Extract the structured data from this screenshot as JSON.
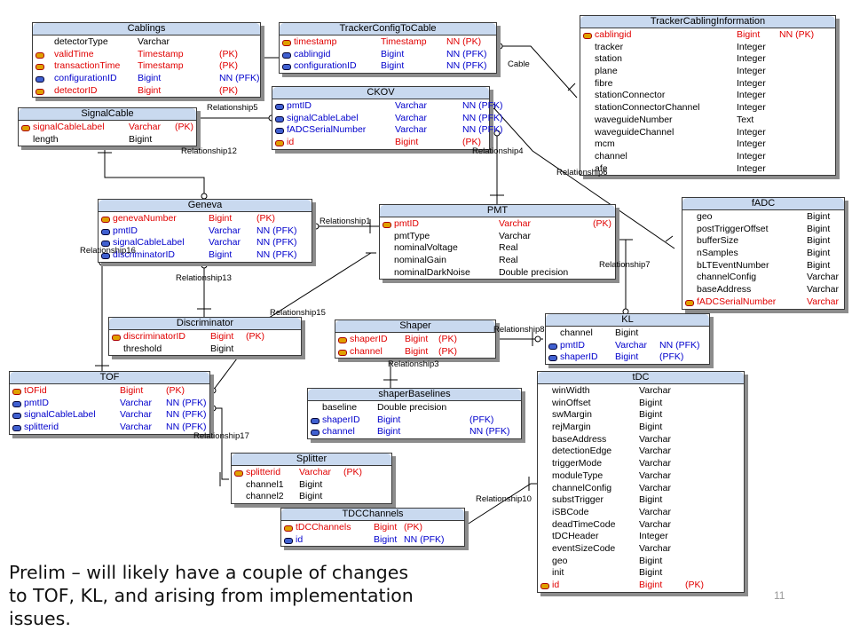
{
  "entities": [
    {
      "name": "Cablings",
      "cols": [
        24,
        118,
        210
      ],
      "rows": [
        {
          "kind": "plain",
          "cells": [
            "detectorType",
            "Varchar",
            ""
          ]
        },
        {
          "kind": "pk",
          "cells": [
            "validTime",
            "Timestamp",
            "(PK)"
          ]
        },
        {
          "kind": "pk",
          "cells": [
            "transactionTime",
            "Timestamp",
            "(PK)"
          ]
        },
        {
          "kind": "fk",
          "cells": [
            "configurationID",
            "Bigint",
            "NN  (PFK)"
          ]
        },
        {
          "kind": "pk",
          "cells": [
            "detectorID",
            "Bigint",
            "(PK)"
          ]
        }
      ]
    },
    {
      "name": "TrackerConfigToCable",
      "cols": [
        16,
        114,
        188
      ],
      "rows": [
        {
          "kind": "pk",
          "cells": [
            "timestamp",
            "Timestamp",
            "NN  (PK)"
          ]
        },
        {
          "kind": "fk",
          "cells": [
            "cablingid",
            "Bigint",
            "NN  (PFK)"
          ]
        },
        {
          "kind": "fk",
          "cells": [
            "configurationID",
            "Bigint",
            "NN  (PFK)"
          ]
        }
      ]
    },
    {
      "name": "TrackerCablingInformation",
      "cols": [
        16,
        176,
        224
      ],
      "rows": [
        {
          "kind": "pk",
          "cells": [
            "cablingid",
            "Bigint",
            "NN  (PK)"
          ]
        },
        {
          "kind": "plain",
          "cells": [
            "tracker",
            "Integer",
            ""
          ]
        },
        {
          "kind": "plain",
          "cells": [
            "station",
            "Integer",
            ""
          ]
        },
        {
          "kind": "plain",
          "cells": [
            "plane",
            "Integer",
            ""
          ]
        },
        {
          "kind": "plain",
          "cells": [
            "fibre",
            "Integer",
            ""
          ]
        },
        {
          "kind": "plain",
          "cells": [
            "stationConnector",
            "Integer",
            ""
          ]
        },
        {
          "kind": "plain",
          "cells": [
            "stationConnectorChannel",
            "Integer",
            ""
          ]
        },
        {
          "kind": "plain",
          "cells": [
            "waveguideNumber",
            "Text",
            ""
          ]
        },
        {
          "kind": "plain",
          "cells": [
            "waveguideChannel",
            "Integer",
            ""
          ]
        },
        {
          "kind": "plain",
          "cells": [
            "mcm",
            "Integer",
            ""
          ]
        },
        {
          "kind": "plain",
          "cells": [
            "channel",
            "Integer",
            ""
          ]
        },
        {
          "kind": "plain",
          "cells": [
            "afe",
            "Integer",
            ""
          ]
        }
      ]
    },
    {
      "name": "SignalCable",
      "cols": [
        16,
        124,
        176
      ],
      "rows": [
        {
          "kind": "pk",
          "cells": [
            "signalCableLabel",
            "Varchar",
            "(PK)"
          ]
        },
        {
          "kind": "plain",
          "cells": [
            "length",
            "Bigint",
            ""
          ]
        }
      ]
    },
    {
      "name": "CKOV",
      "cols": [
        16,
        138,
        214
      ],
      "rows": [
        {
          "kind": "fk",
          "cells": [
            "pmtID",
            "Varchar",
            "NN  (PFK)"
          ]
        },
        {
          "kind": "fk",
          "cells": [
            "signalCableLabel",
            "Varchar",
            "NN  (PFK)"
          ]
        },
        {
          "kind": "fk",
          "cells": [
            "fADCSerialNumber",
            "Varchar",
            "NN  (PFK)"
          ]
        },
        {
          "kind": "pk",
          "cells": [
            "id",
            "Bigint",
            "(PK)"
          ]
        }
      ]
    },
    {
      "name": "fADC",
      "cols": [
        16,
        140,
        180
      ],
      "rows": [
        {
          "kind": "plain",
          "cells": [
            "geo",
            "Bigint",
            ""
          ]
        },
        {
          "kind": "plain",
          "cells": [
            "postTriggerOffset",
            "Bigint",
            ""
          ]
        },
        {
          "kind": "plain",
          "cells": [
            "bufferSize",
            "Bigint",
            ""
          ]
        },
        {
          "kind": "plain",
          "cells": [
            "nSamples",
            "Bigint",
            ""
          ]
        },
        {
          "kind": "plain",
          "cells": [
            "bLTEventNumber",
            "Bigint",
            ""
          ]
        },
        {
          "kind": "plain",
          "cells": [
            "channelConfig",
            "Varchar",
            ""
          ]
        },
        {
          "kind": "plain",
          "cells": [
            "baseAddress",
            "Varchar",
            ""
          ]
        },
        {
          "kind": "pk",
          "cells": [
            "fADCSerialNumber",
            "Varchar",
            ""
          ]
        }
      ]
    },
    {
      "name": "Geneva",
      "cols": [
        16,
        124,
        178
      ],
      "rows": [
        {
          "kind": "pk",
          "cells": [
            "genevaNumber",
            "Bigint",
            "(PK)"
          ]
        },
        {
          "kind": "fk",
          "cells": [
            "pmtID",
            "Varchar",
            "NN  (PFK)"
          ]
        },
        {
          "kind": "fk",
          "cells": [
            "signalCableLabel",
            "Varchar",
            "NN  (PFK)"
          ]
        },
        {
          "kind": "fk",
          "cells": [
            "discriminatorID",
            "Bigint",
            "NN  (PFK)"
          ]
        }
      ]
    },
    {
      "name": "PMT",
      "cols": [
        16,
        134,
        240
      ],
      "rows": [
        {
          "kind": "pk",
          "cells": [
            "pmtID",
            "Varchar",
            "(PK)"
          ]
        },
        {
          "kind": "plain",
          "cells": [
            "pmtType",
            "Varchar",
            ""
          ]
        },
        {
          "kind": "plain",
          "cells": [
            "nominalVoltage",
            "Real",
            ""
          ]
        },
        {
          "kind": "plain",
          "cells": [
            "nominalGain",
            "Real",
            ""
          ]
        },
        {
          "kind": "plain",
          "cells": [
            "nominalDarkNoise",
            "Double precision",
            ""
          ]
        }
      ]
    },
    {
      "name": "Discriminator",
      "cols": [
        16,
        114,
        154
      ],
      "rows": [
        {
          "kind": "pk",
          "cells": [
            "discriminatorID",
            "Bigint",
            "(PK)"
          ]
        },
        {
          "kind": "plain",
          "cells": [
            "threshold",
            "Bigint",
            ""
          ]
        }
      ]
    },
    {
      "name": "Shaper",
      "cols": [
        16,
        78,
        116
      ],
      "rows": [
        {
          "kind": "pk",
          "cells": [
            "shaperID",
            "Bigint",
            "(PK)"
          ]
        },
        {
          "kind": "pk",
          "cells": [
            "channel",
            "Bigint",
            "(PK)"
          ]
        }
      ]
    },
    {
      "name": "KL",
      "cols": [
        16,
        78,
        128
      ],
      "rows": [
        {
          "kind": "plain",
          "cells": [
            "channel",
            "Bigint",
            ""
          ]
        },
        {
          "kind": "fk",
          "cells": [
            "pmtID",
            "Varchar",
            "NN  (PFK)"
          ]
        },
        {
          "kind": "fk",
          "cells": [
            "shaperID",
            "Bigint",
            "(PFK)"
          ]
        }
      ]
    },
    {
      "name": "TOF",
      "cols": [
        16,
        124,
        176
      ],
      "rows": [
        {
          "kind": "pk",
          "cells": [
            "tOFid",
            "Bigint",
            "(PK)"
          ]
        },
        {
          "kind": "fk",
          "cells": [
            "pmtID",
            "Varchar",
            "NN  (PFK)"
          ]
        },
        {
          "kind": "fk",
          "cells": [
            "signalCableLabel",
            "Varchar",
            "NN  (PFK)"
          ]
        },
        {
          "kind": "fk",
          "cells": [
            "splitterid",
            "Varchar",
            "NN  (PFK)"
          ]
        }
      ]
    },
    {
      "name": "shaperBaselines",
      "cols": [
        16,
        78,
        182
      ],
      "rows": [
        {
          "kind": "plain",
          "cells": [
            "baseline",
            "Double precision",
            ""
          ]
        },
        {
          "kind": "fk",
          "cells": [
            "shaperID",
            "Bigint",
            "(PFK)"
          ]
        },
        {
          "kind": "fk",
          "cells": [
            "channel",
            "Bigint",
            "NN  (PFK)"
          ]
        }
      ]
    },
    {
      "name": "tDC",
      "cols": [
        16,
        114,
        166
      ],
      "rows": [
        {
          "kind": "plain",
          "cells": [
            "winWidth",
            "Varchar",
            ""
          ]
        },
        {
          "kind": "plain",
          "cells": [
            "winOffset",
            "Bigint",
            ""
          ]
        },
        {
          "kind": "plain",
          "cells": [
            "swMargin",
            "Bigint",
            ""
          ]
        },
        {
          "kind": "plain",
          "cells": [
            "rejMargin",
            "Bigint",
            ""
          ]
        },
        {
          "kind": "plain",
          "cells": [
            "baseAddress",
            "Varchar",
            ""
          ]
        },
        {
          "kind": "plain",
          "cells": [
            "detectionEdge",
            "Varchar",
            ""
          ]
        },
        {
          "kind": "plain",
          "cells": [
            "triggerMode",
            "Varchar",
            ""
          ]
        },
        {
          "kind": "plain",
          "cells": [
            "moduleType",
            "Varchar",
            ""
          ]
        },
        {
          "kind": "plain",
          "cells": [
            "channelConfig",
            "Varchar",
            ""
          ]
        },
        {
          "kind": "plain",
          "cells": [
            "substTrigger",
            "Bigint",
            ""
          ]
        },
        {
          "kind": "plain",
          "cells": [
            "iSBCode",
            "Varchar",
            ""
          ]
        },
        {
          "kind": "plain",
          "cells": [
            "deadTimeCode",
            "Varchar",
            ""
          ]
        },
        {
          "kind": "plain",
          "cells": [
            "tDCHeader",
            "Integer",
            ""
          ]
        },
        {
          "kind": "plain",
          "cells": [
            "eventSizeCode",
            "Varchar",
            ""
          ]
        },
        {
          "kind": "plain",
          "cells": [
            "geo",
            "Bigint",
            ""
          ]
        },
        {
          "kind": "plain",
          "cells": [
            "init",
            "Bigint",
            ""
          ]
        },
        {
          "kind": "pk",
          "cells": [
            "id",
            "Bigint",
            "(PK)"
          ]
        }
      ]
    },
    {
      "name": "Splitter",
      "cols": [
        16,
        76,
        126
      ],
      "rows": [
        {
          "kind": "pk",
          "cells": [
            "splitterid",
            "Varchar",
            "(PK)"
          ]
        },
        {
          "kind": "plain",
          "cells": [
            "channel1",
            "Bigint",
            ""
          ]
        },
        {
          "kind": "plain",
          "cells": [
            "channel2",
            "Bigint",
            ""
          ]
        }
      ]
    },
    {
      "name": "TDCChannels",
      "cols": [
        16,
        104,
        138
      ],
      "rows": [
        {
          "kind": "pk",
          "cells": [
            "tDCChannels",
            "Bigint",
            "(PK)"
          ]
        },
        {
          "kind": "fk",
          "cells": [
            "id",
            "Bigint",
            "NN  (PFK)"
          ]
        }
      ]
    }
  ],
  "relationships": [
    "Relationship5",
    "Relationship12",
    "Cable",
    "Relationship4",
    "Relationship6",
    "Relationship1",
    "Relationship16",
    "Relationship7",
    "Relationship13",
    "Relationship15",
    "Relationship8",
    "Relationship3",
    "Relationship17",
    "Relationship10"
  ],
  "note": "Prelim – will likely have a couple of changes to TOF, KL, and arising from implementation issues.",
  "page_number": "11"
}
